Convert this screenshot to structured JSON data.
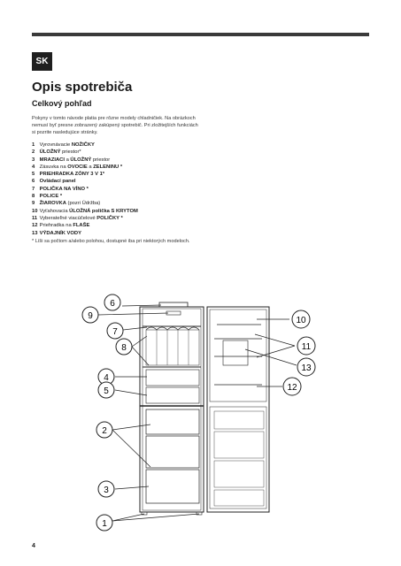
{
  "header": {
    "language": "SK",
    "title": "Opis spotrebiča",
    "subtitle": "Celkový pohľad"
  },
  "intro_lines": [
    "Pokyny v tomto návode platia pre rôzne modely chladničiek. Na obrázkoch",
    "nemusí byť presne zobrazený zakúpený spotrebič. Pri zložitejších funkciách",
    "si pozrite nasledujúce stránky."
  ],
  "parts": [
    {
      "num": "1",
      "pre": "Vyrovnávacie ",
      "bold": "NOŽIČKY",
      "post": ""
    },
    {
      "num": "2",
      "pre": "",
      "bold": "ÚLOŽNÝ",
      "post": " priestor*"
    },
    {
      "num": "3",
      "pre": "",
      "bold": "MRAZIACI",
      "post": " a ",
      "bold2": "ÚLOŽNÝ",
      "post2": " priestor"
    },
    {
      "num": "4",
      "pre": "Zásuvka na ",
      "bold": "OVOCIE",
      "post": " a ",
      "bold2": "ZELENINU *",
      "post2": ""
    },
    {
      "num": "5",
      "pre": "",
      "bold": "PRIEHRADKA ZÓNY 3 V 1*",
      "post": ""
    },
    {
      "num": "6",
      "pre": "",
      "bold": "Ovládací panel",
      "post": ""
    },
    {
      "num": "7",
      "pre": "",
      "bold": "POLIČKA NA VÍNO *",
      "post": ""
    },
    {
      "num": "8",
      "pre": "",
      "bold": "POLICE *",
      "post": ""
    },
    {
      "num": "9",
      "pre": "",
      "bold": "ŽIAROVKA",
      "post": " (pozri Údržba)"
    },
    {
      "num": "10",
      "pre": "Vyťahovacia ",
      "bold": "ÚLOŽNÁ polička S KRYTOM",
      "post": ""
    },
    {
      "num": "11",
      "pre": "Vyberateľné viacúčelové ",
      "bold": "POLIČKY *",
      "post": ""
    },
    {
      "num": "12",
      "pre": "Priehradka na ",
      "bold": "FLAŠE",
      "post": ""
    },
    {
      "num": "13",
      "pre": "",
      "bold": "VÝDAJNÍK VODY",
      "post": ""
    }
  ],
  "footnote": "* Líši sa počtom a/alebo polohou, dostupné iba pri niektorých modeloch.",
  "callouts": {
    "c1": "1",
    "c2": "2",
    "c3": "3",
    "c4": "4",
    "c5": "5",
    "c6": "6",
    "c7": "7",
    "c8": "8",
    "c9": "9",
    "c10": "10",
    "c11": "11",
    "c12": "12",
    "c13": "13"
  },
  "page_number": "4"
}
